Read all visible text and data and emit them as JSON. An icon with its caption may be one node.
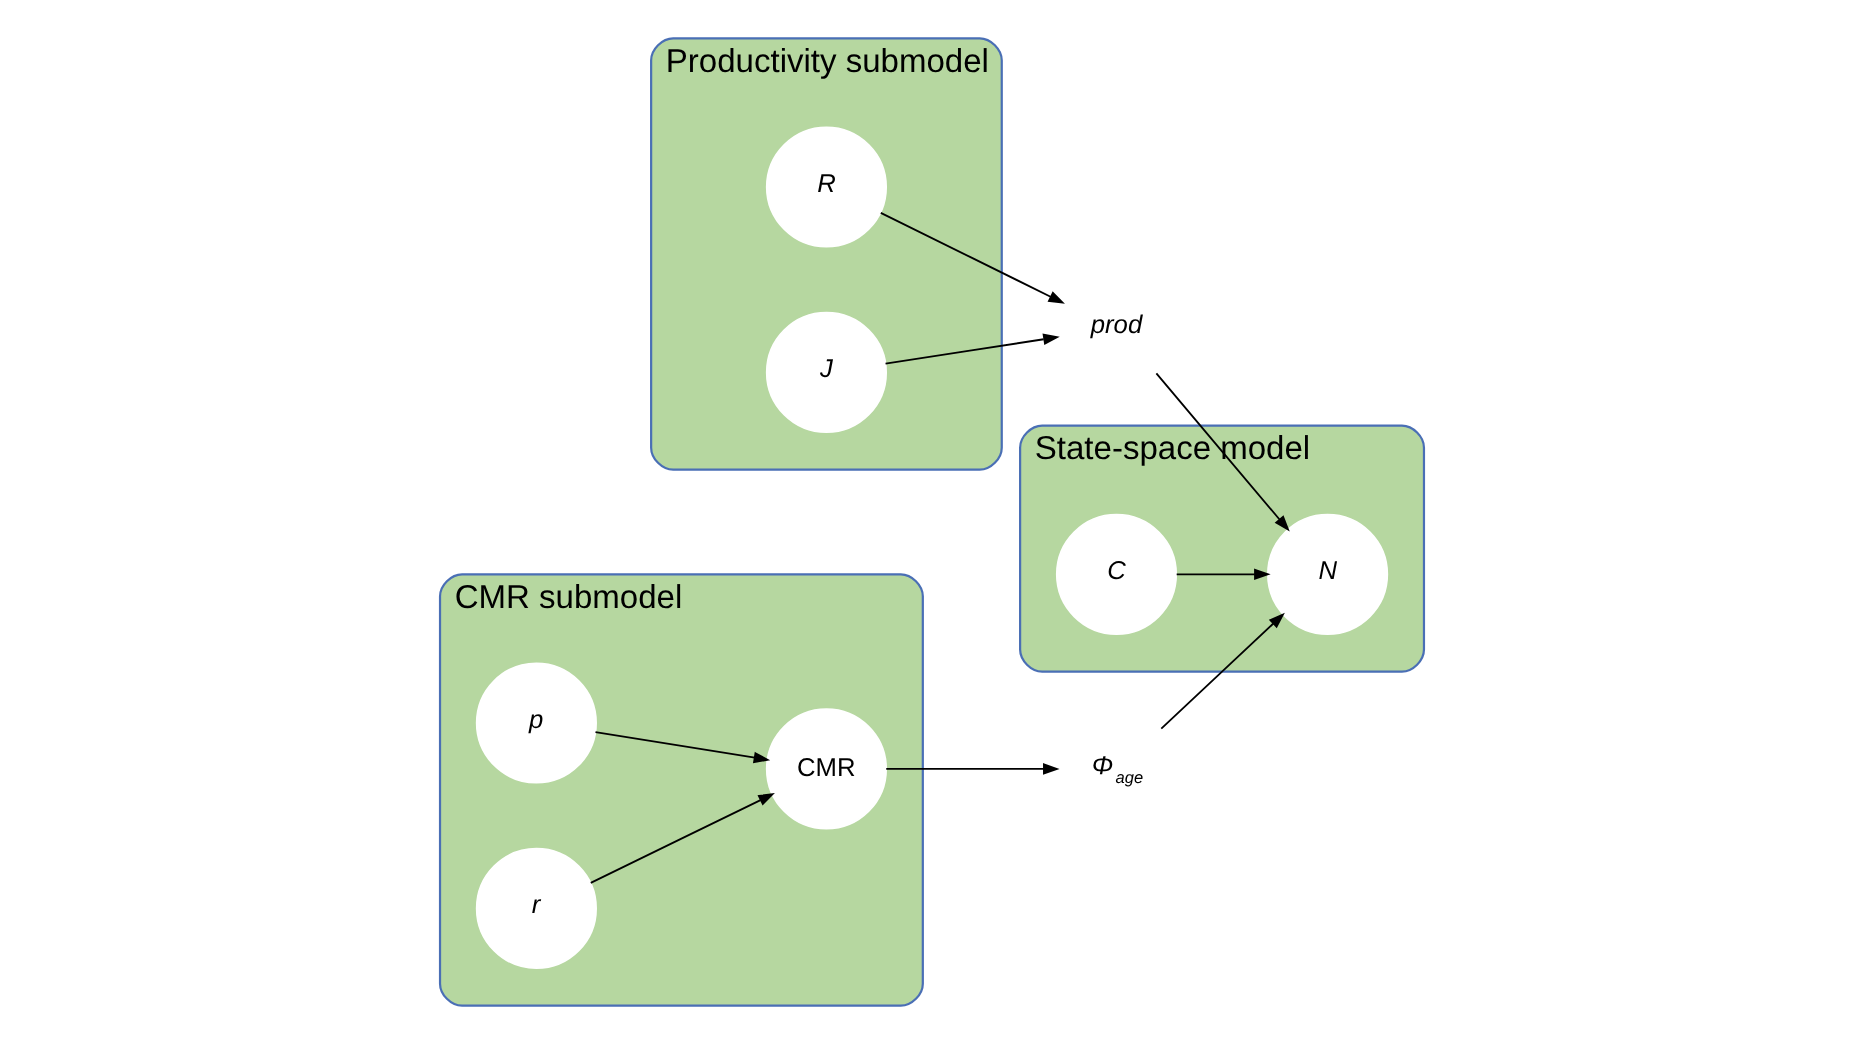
{
  "diagram": {
    "nodes": [
      {
        "text": [
          "Productivity submodel"
        ]
      },
      {
        "text": [
          "R"
        ],
        "in": 0
      },
      {
        "text": [
          "J"
        ],
        "in": 0
      },
      {
        "text": [
          "prod"
        ]
      },
      {
        "text": [
          "State-space model"
        ]
      },
      {
        "text": [
          "N"
        ],
        "in": 4
      },
      {
        "text": [
          "C"
        ],
        "in": 4
      },
      {
        "text": [
          "Φ$_{age}$"
        ]
      },
      {
        "text": [
          "CMR submodel"
        ]
      },
      {
        "text": [
          "CMR"
        ],
        "in": 8
      },
      {
        "text": [
          "p"
        ],
        "in": 8
      },
      {
        "text": [
          "r"
        ],
        "in": 8
      }
    ],
    "edges": [
      {
        "from": 1,
        "to": 3,
        "arrow": "to"
      },
      {
        "from": 2,
        "to": 3,
        "arrow": "to"
      },
      {
        "from": 3,
        "to": 5,
        "arrow": "to"
      },
      {
        "from": 7,
        "to": 5,
        "arrow": "to"
      },
      {
        "from": 9,
        "to": 7,
        "arrow": "to"
      },
      {
        "from": 10,
        "to": 9,
        "arrow": "to"
      },
      {
        "from": 11,
        "to": 9,
        "arrow": "to"
      },
      {
        "from": 6,
        "to": 5,
        "arrow": "to"
      }
    ]
  }
}
